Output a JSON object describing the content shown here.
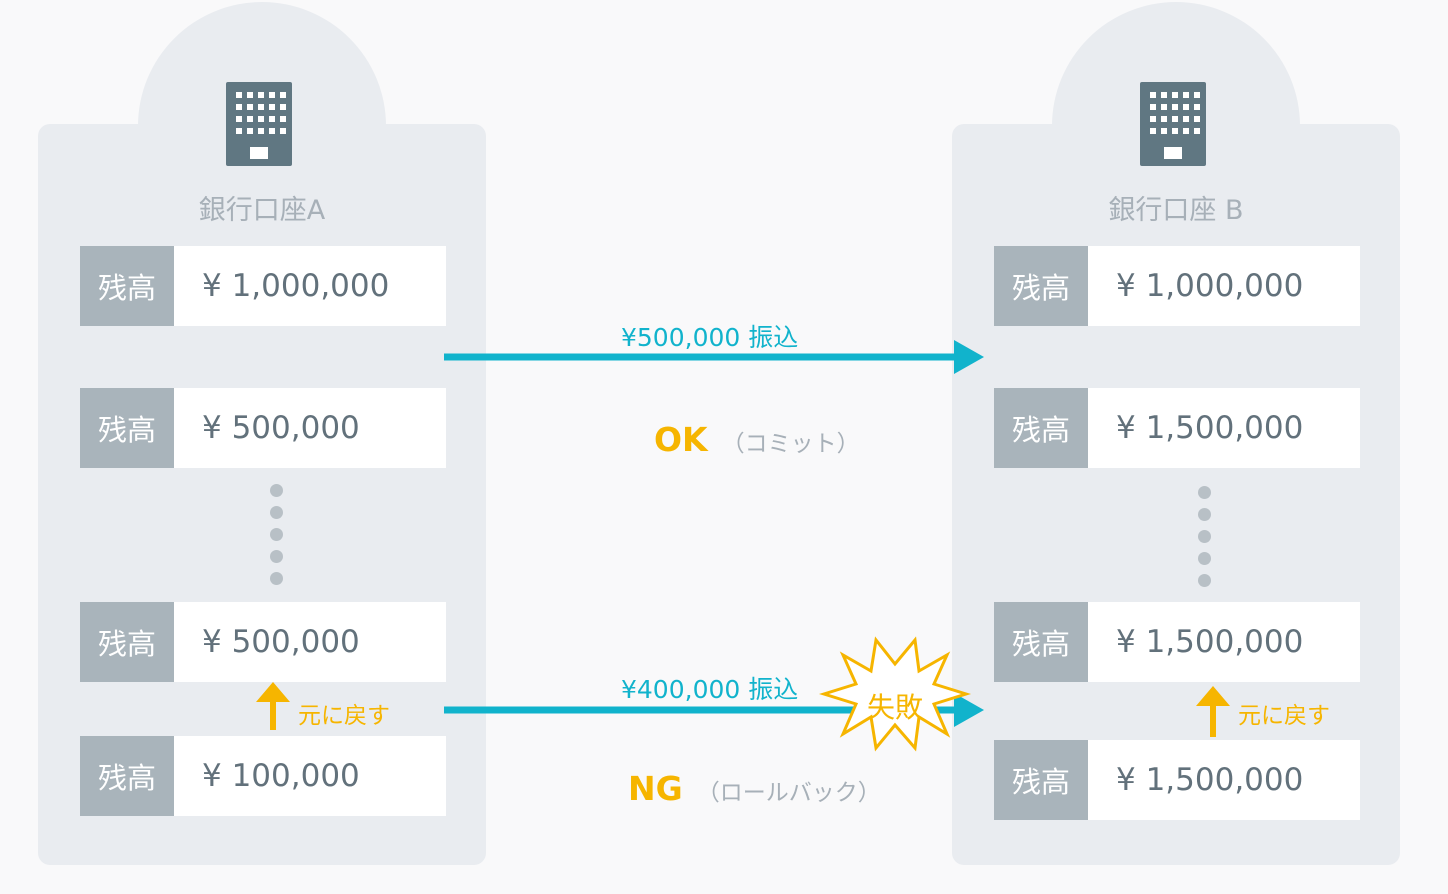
{
  "account_a": {
    "title": "銀行口座A",
    "rows": [
      {
        "label": "残高",
        "value": "¥ 1,000,000"
      },
      {
        "label": "残高",
        "value": "¥ 500,000"
      },
      {
        "label": "残高",
        "value": "¥ 500,000"
      },
      {
        "label": "残高",
        "value": "¥ 100,000"
      }
    ],
    "revert_label": "元に戻す"
  },
  "account_b": {
    "title": "銀行口座 B",
    "rows": [
      {
        "label": "残高",
        "value": "¥ 1,000,000"
      },
      {
        "label": "残高",
        "value": "¥ 1,500,000"
      },
      {
        "label": "残高",
        "value": "¥ 1,500,000"
      },
      {
        "label": "残高",
        "value": "¥ 1,500,000"
      }
    ],
    "revert_label": "元に戻す"
  },
  "transfers": [
    {
      "amount_label": "¥500,000 振込",
      "status": "OK",
      "note": "（コミット）"
    },
    {
      "amount_label": "¥400,000 振込",
      "status": "NG",
      "note": "（ロールバック）",
      "failure_badge": "失敗"
    }
  ],
  "colors": {
    "accent_arrow": "#11b3cc",
    "warning": "#f6b500",
    "panel_bg": "#e9ecf0",
    "label_bg": "#a9b4bb",
    "building": "#607782"
  },
  "icons": {
    "building": "office-building-icon",
    "revert_arrow": "arrow-up-icon",
    "failure": "explosion-burst-icon"
  }
}
